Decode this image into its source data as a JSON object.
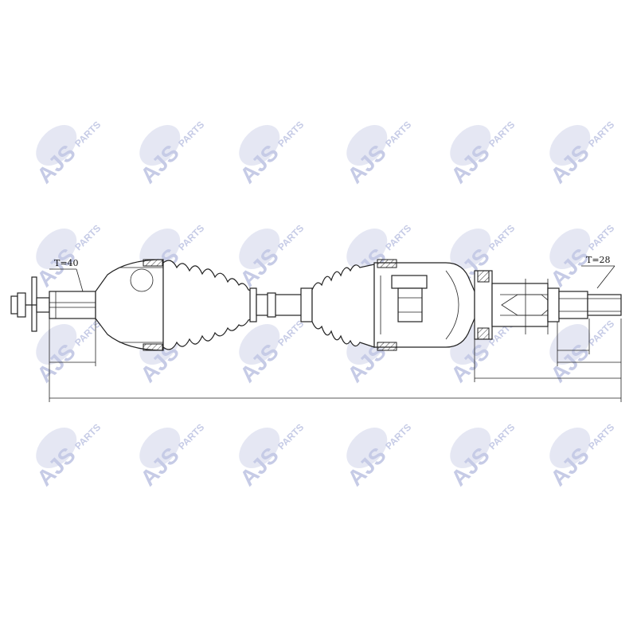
{
  "watermark": {
    "main": "AJS",
    "sub": "PARTS",
    "color": "#aeb6dc"
  },
  "labels": {
    "teeth_left": "T=40",
    "teeth_right": "T=28"
  },
  "colors": {
    "line": "#222222",
    "background": "#ffffff"
  }
}
